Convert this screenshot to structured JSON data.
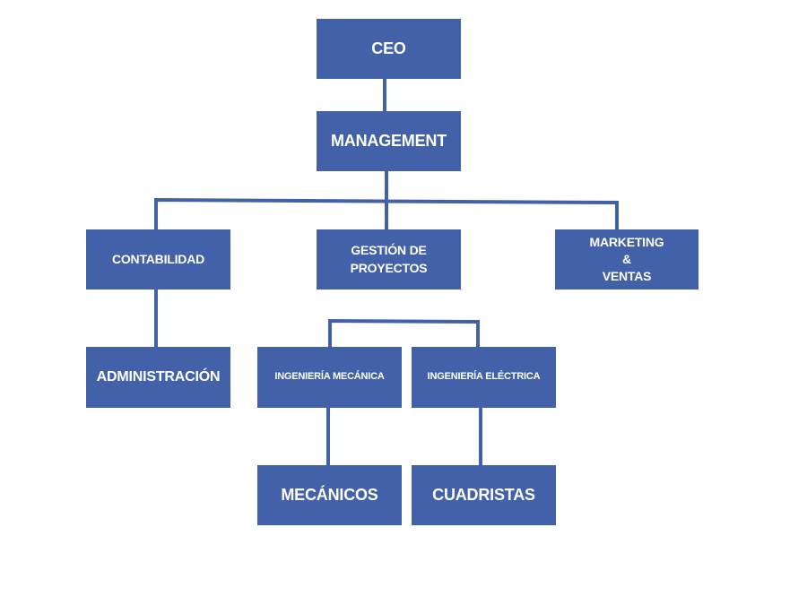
{
  "colors": {
    "node_fill": "#4361a8",
    "connector": "#4361a8",
    "text": "#ffffff",
    "background": "#ffffff"
  },
  "org_chart": {
    "ceo": "CEO",
    "management": "MANAGEMENT",
    "contabilidad": "CONTABILIDAD",
    "gestion_proyectos_line1": "GESTIÓN DE",
    "gestion_proyectos_line2": "PROYECTOS",
    "marketing_line1": "MARKETING",
    "marketing_line2": "&",
    "marketing_line3": "VENTAS",
    "administracion": "ADMINISTRACIÓN",
    "ingenieria_mecanica": "INGENIERÍA MECÁNICA",
    "ingenieria_electrica": "INGENIERÍA ELÉCTRICA",
    "mecanicos": "MECÁNICOS",
    "cuadristas": "CUADRISTAS"
  }
}
